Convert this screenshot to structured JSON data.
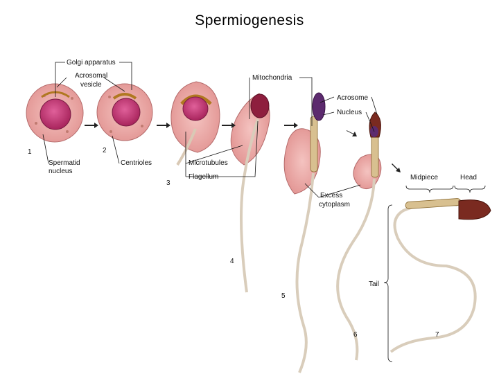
{
  "title": "Spermiogenesis",
  "labels": {
    "golgi": "Golgi apparatus",
    "acrosomal_1": "Acrosomal",
    "acrosomal_2": "vesicle",
    "spermatid_1": "Spermatid",
    "spermatid_2": "nucleus",
    "centrioles": "Centrioles",
    "microtubules": "Microtubules",
    "flagellum": "Flagellum",
    "mitochondria": "Mitochondria",
    "acrosome": "Acrosome",
    "nucleus": "Nucleus",
    "excess_1": "Excess",
    "excess_2": "cytoplasm",
    "midpiece": "Midpiece",
    "head": "Head",
    "tail": "Tail"
  },
  "stages": [
    "1",
    "2",
    "3",
    "4",
    "5",
    "6",
    "7"
  ]
}
